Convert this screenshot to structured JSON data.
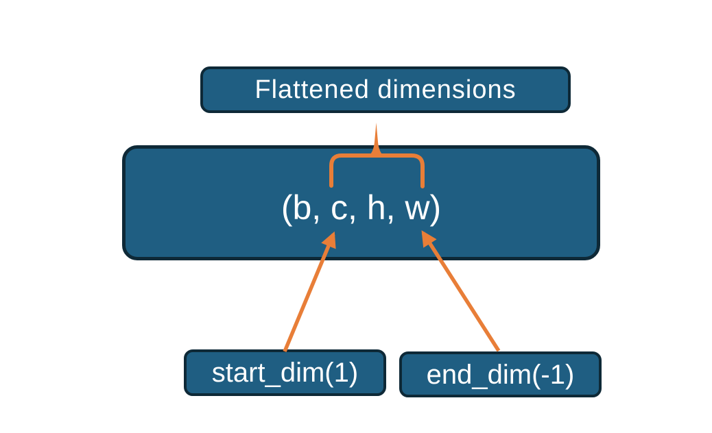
{
  "diagram": {
    "top_label": "Flattened dimensions",
    "tensor_label": "(b, c, h, w)",
    "start_dim_label": "start_dim(1)",
    "end_dim_label": "end_dim(-1)"
  },
  "colors": {
    "node_fill": "#1f5e82",
    "node_border": "#0e2937",
    "accent_orange": "#e87e38",
    "label_text": "#ffffff",
    "background": "#ffffff"
  }
}
